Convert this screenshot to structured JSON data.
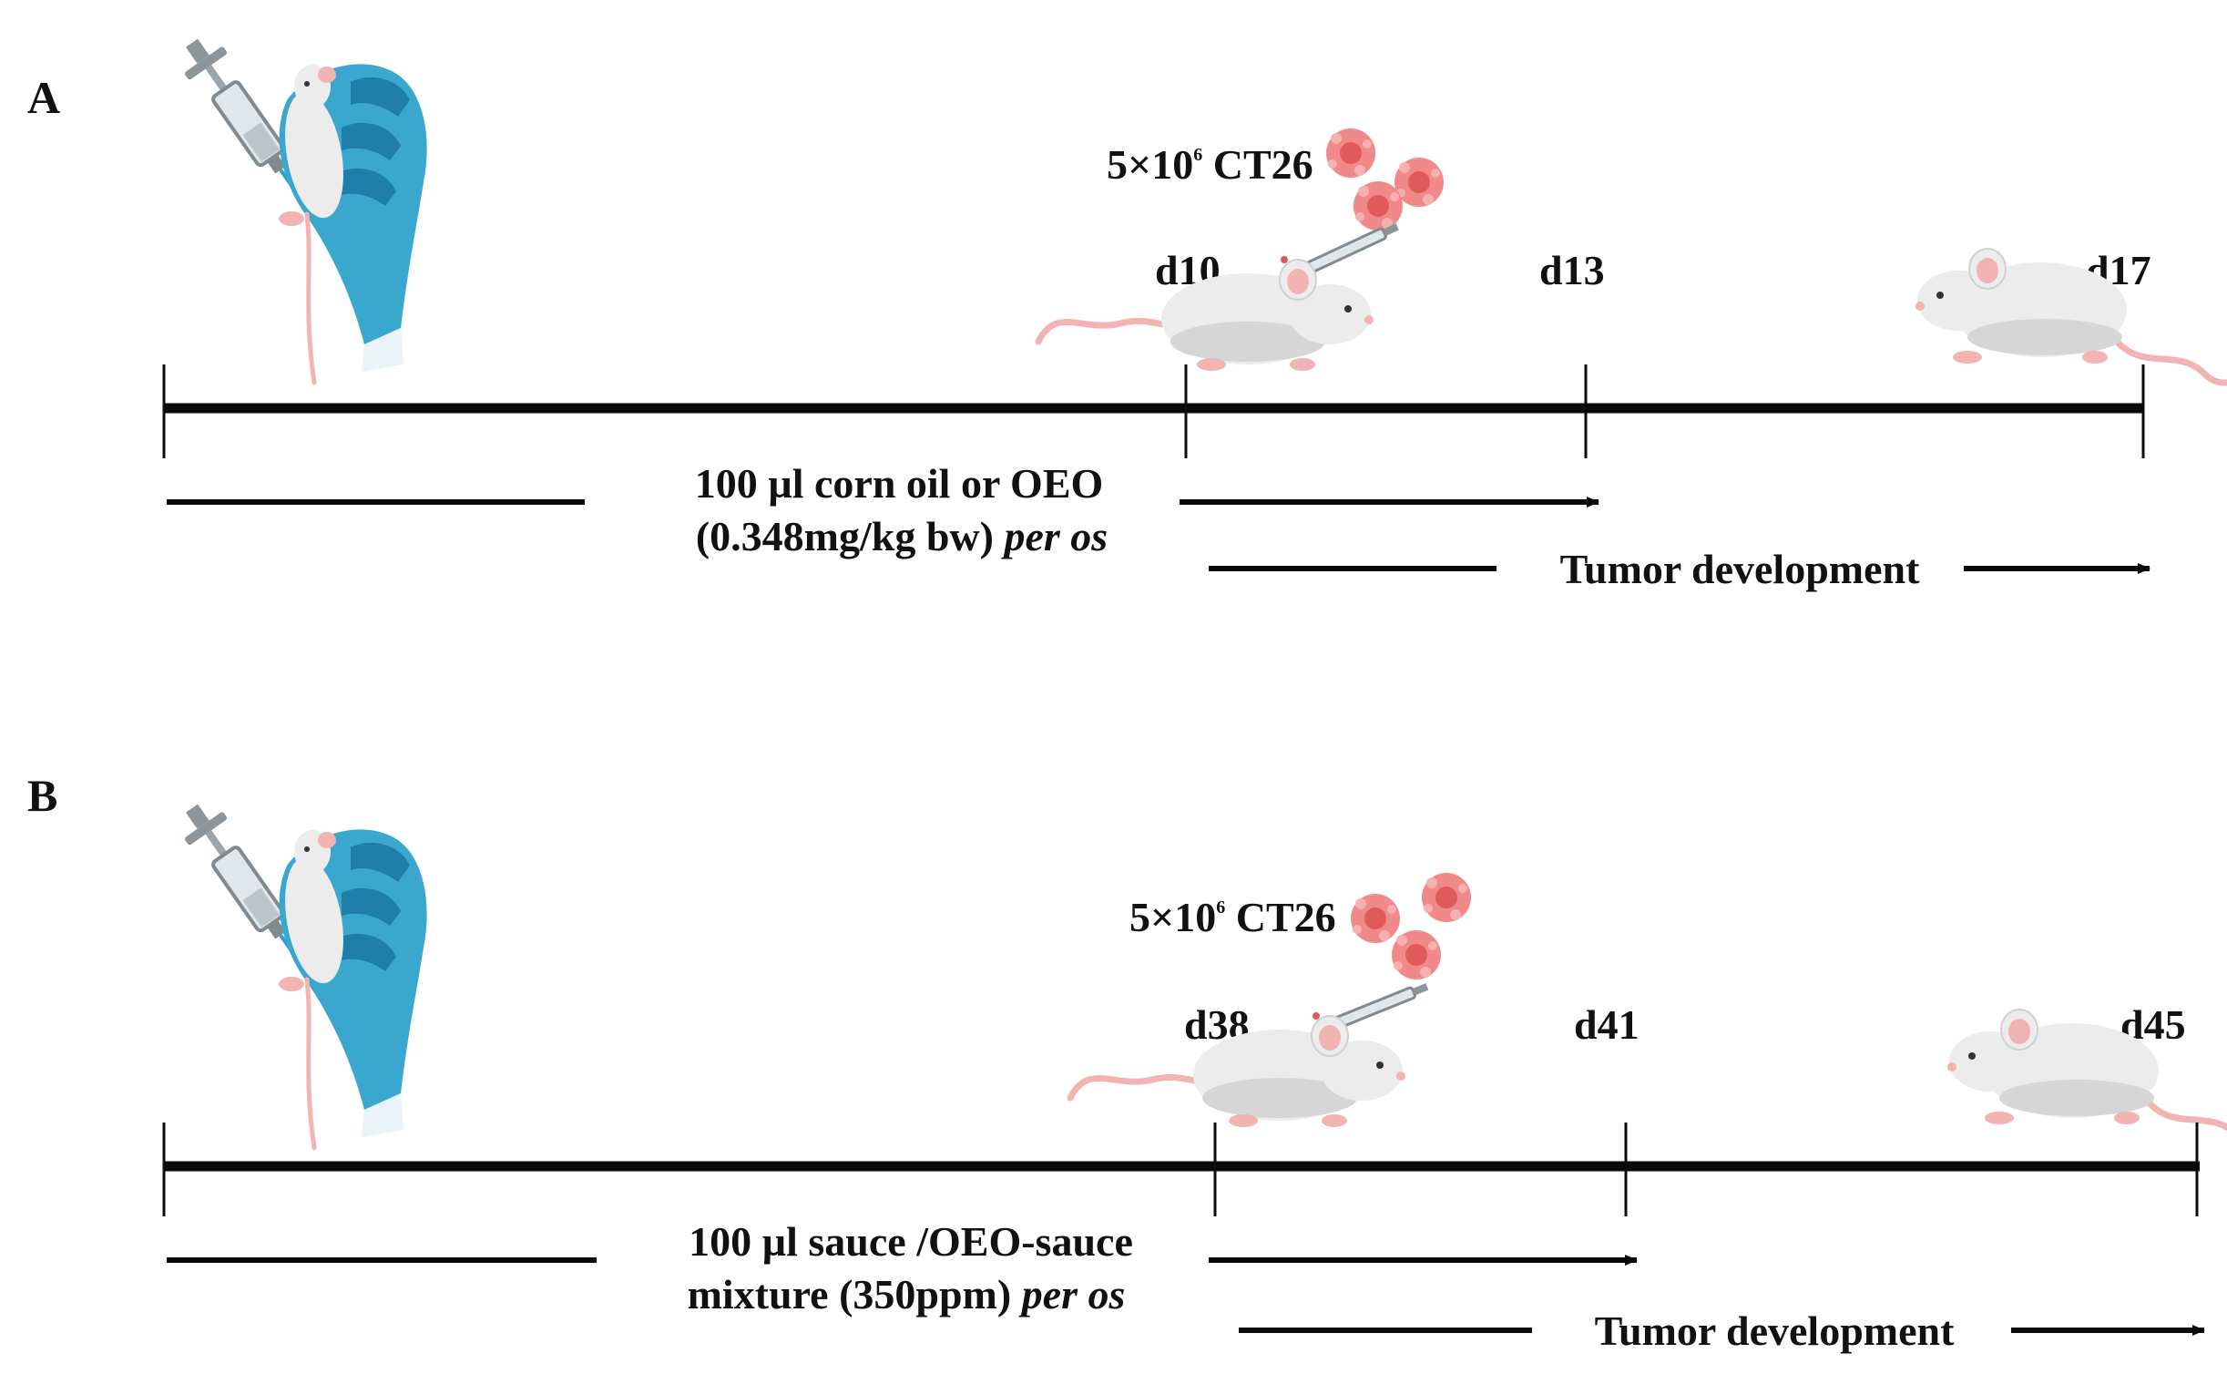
{
  "colors": {
    "line": "#0a0a0a",
    "glove": "#3aa7cf",
    "glove_dark": "#1f7fa8",
    "mouse_body": "#ececec",
    "mouse_shadow": "#c9c9c9",
    "mouse_pink": "#f2b3b3",
    "tumor_cell": "#f08a8a",
    "tumor_core": "#e05a5a",
    "syringe": "#b7c4cc"
  },
  "icons": [
    "syringe-icon",
    "gloved-hand-icon",
    "mouse-icon",
    "tumor-cell-icon"
  ],
  "panels": [
    {
      "label": "A",
      "cells": {
        "prefix": "5×10",
        "sup": "6",
        "suffix": " CT26"
      },
      "days": {
        "injection": "d10",
        "mid": "d13",
        "end": "d17"
      },
      "treatment": {
        "line1": "100 µl corn oil or OEO",
        "line2_plain": "(0.348mg/kg bw) ",
        "line2_italic": "per os"
      },
      "tumor": "Tumor development"
    },
    {
      "label": "B",
      "cells": {
        "prefix": "5×10",
        "sup": "6",
        "suffix": " CT26"
      },
      "days": {
        "injection": "d38",
        "mid": "d41",
        "end": "d45"
      },
      "treatment": {
        "line1": "100 µl sauce /OEO-sauce",
        "line2_plain": "mixture (350ppm) ",
        "line2_italic": "per os"
      },
      "tumor": "Tumor development"
    }
  ]
}
